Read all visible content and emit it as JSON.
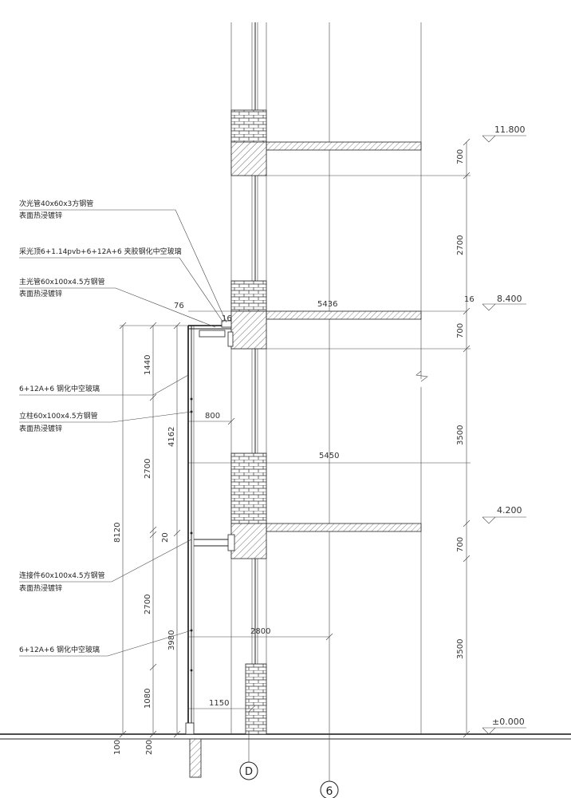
{
  "levels": [
    "11.800",
    "8.400",
    "4.200",
    "±0.000"
  ],
  "callouts": {
    "secondary_pipe_1": "次光管40x60x3方钢管",
    "secondary_pipe_2": "表面热浸镀锌",
    "skylight_glass": "采光顶6+1.14pvb+6+12A+6 夹胶钢化中空玻璃",
    "main_pipe_1": "主光管60x100x4.5方钢管",
    "main_pipe_2": "表面热浸镀锌",
    "glass_upper": "6+12A+6 钢化中空玻璃",
    "column_1": "立柱60x100x4.5方钢管",
    "column_2": "表面热浸镀锌",
    "connector_1": "连接件60x100x4.5方钢管",
    "connector_2": "表面热浸镀锌",
    "glass_lower": "6+12A+6 钢化中空玻璃"
  },
  "dims": {
    "d76": "76",
    "d16a": "16",
    "d16b": "16",
    "d5436": "5436",
    "d5450": "5450",
    "d800": "800",
    "d2800": "2800",
    "d1150": "1150",
    "right_700a": "700",
    "right_2700": "2700",
    "right_700b": "700",
    "right_3500a": "3500",
    "right_700c": "700",
    "right_3500b": "3500",
    "left_1440": "1440",
    "left_2700a": "2700",
    "left_20": "20",
    "left_2700b": "2700",
    "left_1080": "1080",
    "left_4162": "4162",
    "left_3980": "3980",
    "left_8120": "8120",
    "left_100": "100",
    "left_200": "200"
  },
  "axes": {
    "axis_d": "D",
    "axis_6": "6"
  }
}
